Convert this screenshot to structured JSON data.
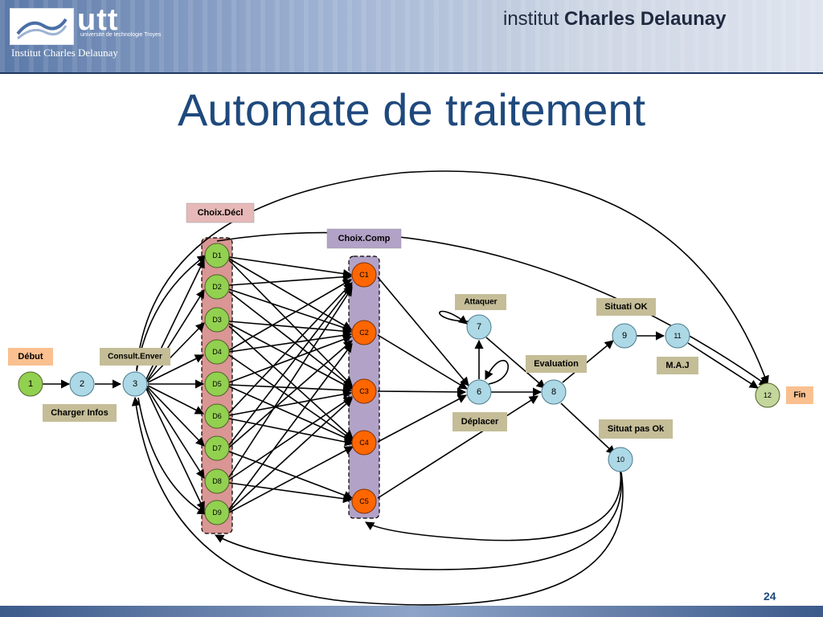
{
  "header": {
    "utt_logo": "utt",
    "utt_subtitle": "université de technologie Troyes",
    "institute_left": "Institut Charles Delaunay",
    "institute_right_prefix": "institut ",
    "institute_right_name": "Charles Delaunay"
  },
  "slide": {
    "title": "Automate de traitement",
    "page_number": "24"
  },
  "colors": {
    "title": "#1f497d",
    "node_green": "#92d050",
    "node_orange": "#ff6600",
    "node_blue": "#add8e6",
    "label_tan": "#c4bd97",
    "group_red": "#d99694",
    "group_purple": "#b3a2c7",
    "label_pink": "#e6b9b8",
    "label_peach": "#fac090"
  },
  "labels": {
    "debut": "Début",
    "charger_infos": "Charger Infos",
    "consult_enver": "Consult.Enver",
    "choix_decl": "Choix.Décl",
    "choix_comp": "Choix.Comp",
    "attaquer": "Attaquer",
    "deplacer": "Déplacer",
    "evaluation": "Evaluation",
    "situati_ok": "Situati OK",
    "situat_pas_ok": "Situat pas Ok",
    "maj": "M.A.J",
    "fin": "Fin"
  },
  "nodes": {
    "n1": "1",
    "n2": "2",
    "n3": "3",
    "d1": "D1",
    "d2": "D2",
    "d3": "D3",
    "d4": "D4",
    "d5": "D5",
    "d6": "D6",
    "d7": "D7",
    "d8": "D8",
    "d9": "D9",
    "c1": "C1",
    "c2": "C2",
    "c3": "C3",
    "c4": "C4",
    "c5": "C5",
    "n6": "6",
    "n7": "7",
    "n8": "8",
    "n9": "9",
    "n10": "10",
    "n11": "11",
    "n12": "12"
  }
}
